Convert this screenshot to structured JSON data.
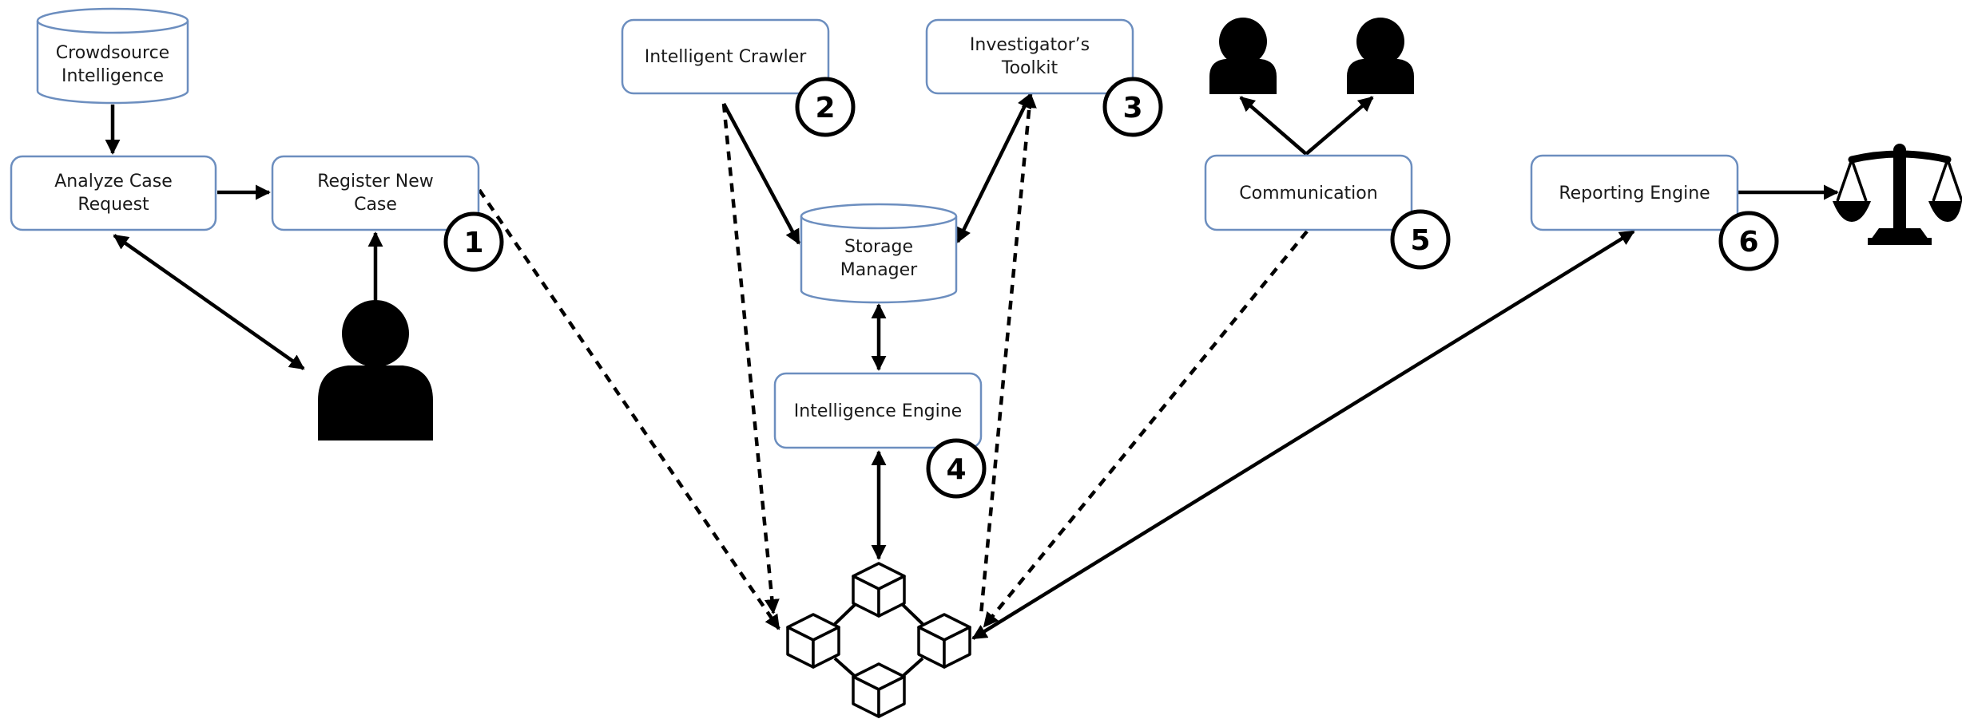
{
  "diagram": {
    "nodes": {
      "crowdsource": [
        "Crowdsource",
        "Intelligence"
      ],
      "analyze": [
        "Analyze Case",
        "Request"
      ],
      "register": [
        "Register New",
        "Case"
      ],
      "crawler": [
        "Intelligent Crawler"
      ],
      "toolkit": [
        "Investigator’s",
        "Toolkit"
      ],
      "storage": [
        "Storage",
        "Manager"
      ],
      "engine": [
        "Intelligence Engine"
      ],
      "communication": [
        "Communication"
      ],
      "reporting": [
        "Reporting Engine"
      ]
    },
    "badges": {
      "b1": "1",
      "b2": "2",
      "b3": "3",
      "b4": "4",
      "b5": "5",
      "b6": "6"
    },
    "colors": {
      "node_border": "#6c8ebf",
      "edge": "#000000"
    },
    "icons": [
      "user-icon",
      "user-icon",
      "user-icon",
      "scales-of-justice-icon",
      "blockchain-icon"
    ]
  }
}
